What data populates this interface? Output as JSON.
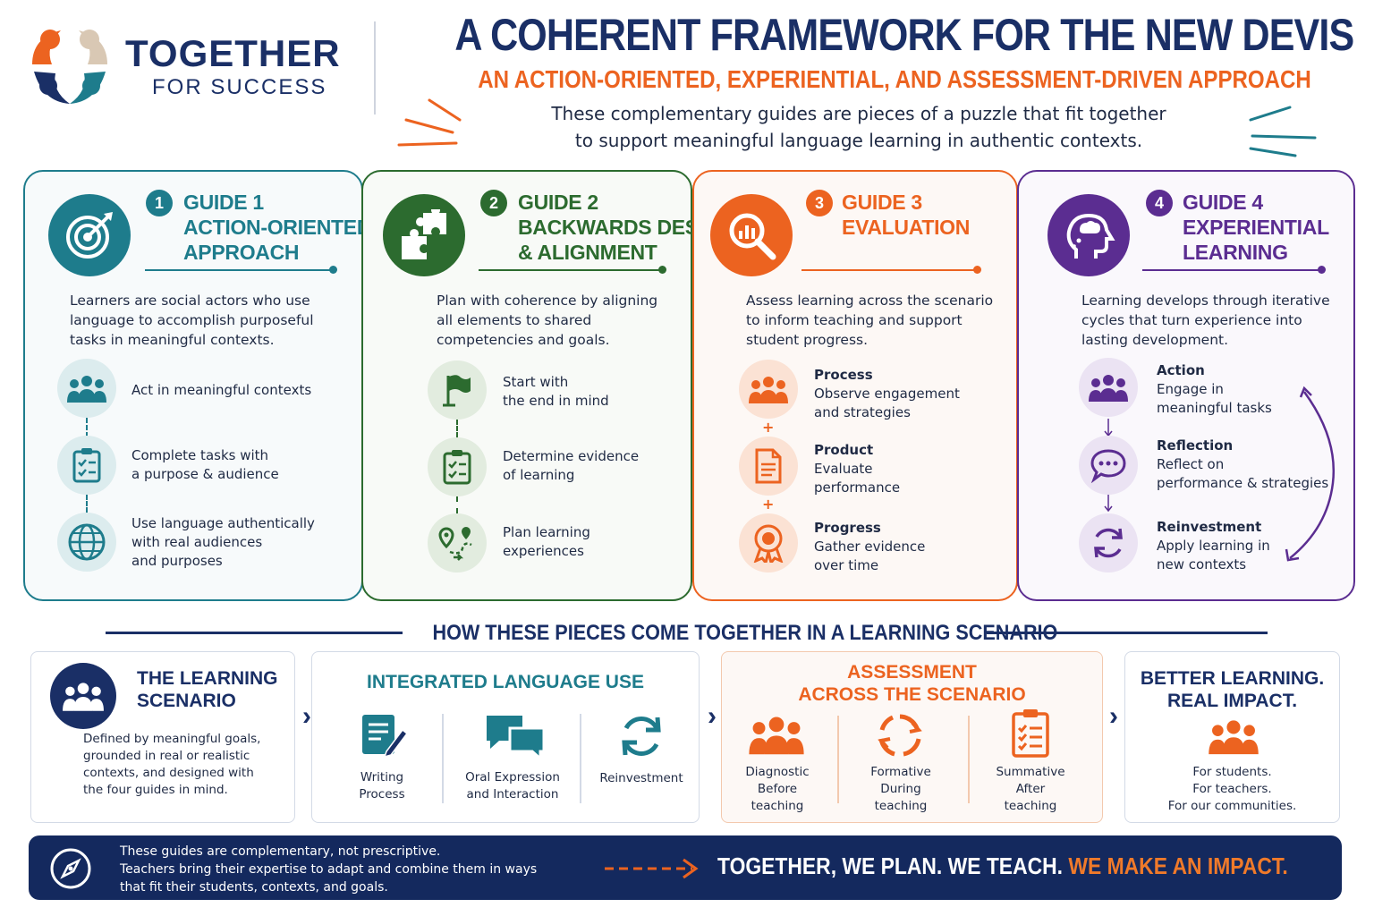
{
  "header": {
    "logo_word1": "TOGETHER",
    "logo_word2": "FOR SUCCESS",
    "title": "A COHERENT FRAMEWORK FOR THE NEW DEVIS",
    "subtitle": "AN ACTION-ORIENTED, EXPERIENTIAL, AND ASSESSMENT-DRIVEN APPROACH",
    "intro_line1": "These complementary guides are pieces of a puzzle that fit together",
    "intro_line2": "to support meaningful language learning in authentic contexts."
  },
  "colors": {
    "navy": "#1a2f66",
    "teal": "#1e7c8c",
    "green": "#2c6b2f",
    "orange": "#ec6320",
    "purple": "#5b2d91"
  },
  "guides": [
    {
      "number": "1",
      "title_lines": [
        "GUIDE 1",
        "ACTION-ORIENTED",
        "APPROACH"
      ],
      "icon": "target-icon",
      "description_lines": [
        "Learners are social actors who use",
        "language to accomplish purposeful",
        "tasks in meaningful contexts."
      ],
      "items": [
        {
          "icon": "people-icon",
          "heading": "",
          "lines": [
            "Act in meaningful contexts"
          ]
        },
        {
          "icon": "clipboard-icon",
          "heading": "",
          "lines": [
            "Complete tasks with",
            "a purpose & audience"
          ]
        },
        {
          "icon": "globe-icon",
          "heading": "",
          "lines": [
            "Use language authentically",
            "with real audiences",
            "and purposes"
          ]
        }
      ]
    },
    {
      "number": "2",
      "title_lines": [
        "GUIDE 2",
        "BACKWARDS DESIGN",
        "& ALIGNMENT"
      ],
      "icon": "puzzle-icon",
      "description_lines": [
        "Plan with coherence by aligning",
        "all elements to shared",
        "competencies and goals."
      ],
      "items": [
        {
          "icon": "flag-icon",
          "heading": "",
          "lines": [
            "Start with",
            "the end in mind"
          ]
        },
        {
          "icon": "clipboard-icon",
          "heading": "",
          "lines": [
            "Determine evidence",
            "of learning"
          ]
        },
        {
          "icon": "route-icon",
          "heading": "",
          "lines": [
            "Plan learning",
            "experiences"
          ]
        }
      ]
    },
    {
      "number": "3",
      "title_lines": [
        "GUIDE 3",
        "EVALUATION"
      ],
      "icon": "magnifier-chart-icon",
      "description_lines": [
        "Assess learning across the scenario",
        "to inform teaching and support",
        "student progress."
      ],
      "items": [
        {
          "icon": "people-icon",
          "heading": "Process",
          "lines": [
            "Observe engagement",
            "and strategies"
          ]
        },
        {
          "icon": "document-icon",
          "heading": "Product",
          "lines": [
            "Evaluate",
            "performance"
          ]
        },
        {
          "icon": "award-icon",
          "heading": "Progress",
          "lines": [
            "Gather evidence",
            "over time"
          ]
        }
      ]
    },
    {
      "number": "4",
      "title_lines": [
        "GUIDE 4",
        "EXPERIENTIAL",
        "LEARNING"
      ],
      "icon": "head-thought-icon",
      "description_lines": [
        "Learning develops through iterative",
        "cycles that turn experience into",
        "lasting development."
      ],
      "items": [
        {
          "icon": "people-icon",
          "heading": "Action",
          "lines": [
            "Engage in",
            "meaningful tasks"
          ]
        },
        {
          "icon": "speech-bubble-icon",
          "heading": "Reflection",
          "lines": [
            "Reflect on",
            "performance & strategies"
          ]
        },
        {
          "icon": "cycle-icon",
          "heading": "Reinvestment",
          "lines": [
            "Apply learning in",
            "new contexts"
          ]
        }
      ]
    }
  ],
  "scenario": {
    "section_title": "HOW THESE PIECES COME TOGETHER IN A LEARNING SCENARIO",
    "learning": {
      "title_lines": [
        "THE LEARNING",
        "SCENARIO"
      ],
      "lines": [
        "Defined by meaningful goals,",
        "grounded in real or realistic",
        "contexts, and designed with",
        "the four guides in mind."
      ]
    },
    "integrated": {
      "title": "INTEGRATED LANGUAGE USE",
      "items": [
        {
          "icon": "writing-icon",
          "lines": [
            "Writing",
            "Process"
          ]
        },
        {
          "icon": "chat-icon",
          "lines": [
            "Oral Expression",
            "and Interaction"
          ]
        },
        {
          "icon": "refresh-icon",
          "lines": [
            "Reinvestment"
          ]
        }
      ]
    },
    "assessment": {
      "title_lines": [
        "ASSESSMENT",
        "ACROSS THE SCENARIO"
      ],
      "items": [
        {
          "icon": "people-icon",
          "lines": [
            "Diagnostic",
            "Before",
            "teaching"
          ]
        },
        {
          "icon": "cycle-icon",
          "lines": [
            "Formative",
            "During",
            "teaching"
          ]
        },
        {
          "icon": "checklist-icon",
          "lines": [
            "Summative",
            "After",
            "teaching"
          ]
        }
      ]
    },
    "impact": {
      "title_lines": [
        "BETTER LEARNING.",
        "REAL IMPACT."
      ],
      "lines": [
        "For students.",
        "For teachers.",
        "For our communities."
      ]
    }
  },
  "footer": {
    "lines": [
      "These guides are complementary, not prescriptive.",
      "Teachers bring their expertise to adapt and combine them in ways",
      "that fit their students, contexts, and goals."
    ],
    "slogan_main": "TOGETHER, WE PLAN. WE TEACH.",
    "slogan_highlight": "WE MAKE AN IMPACT."
  }
}
